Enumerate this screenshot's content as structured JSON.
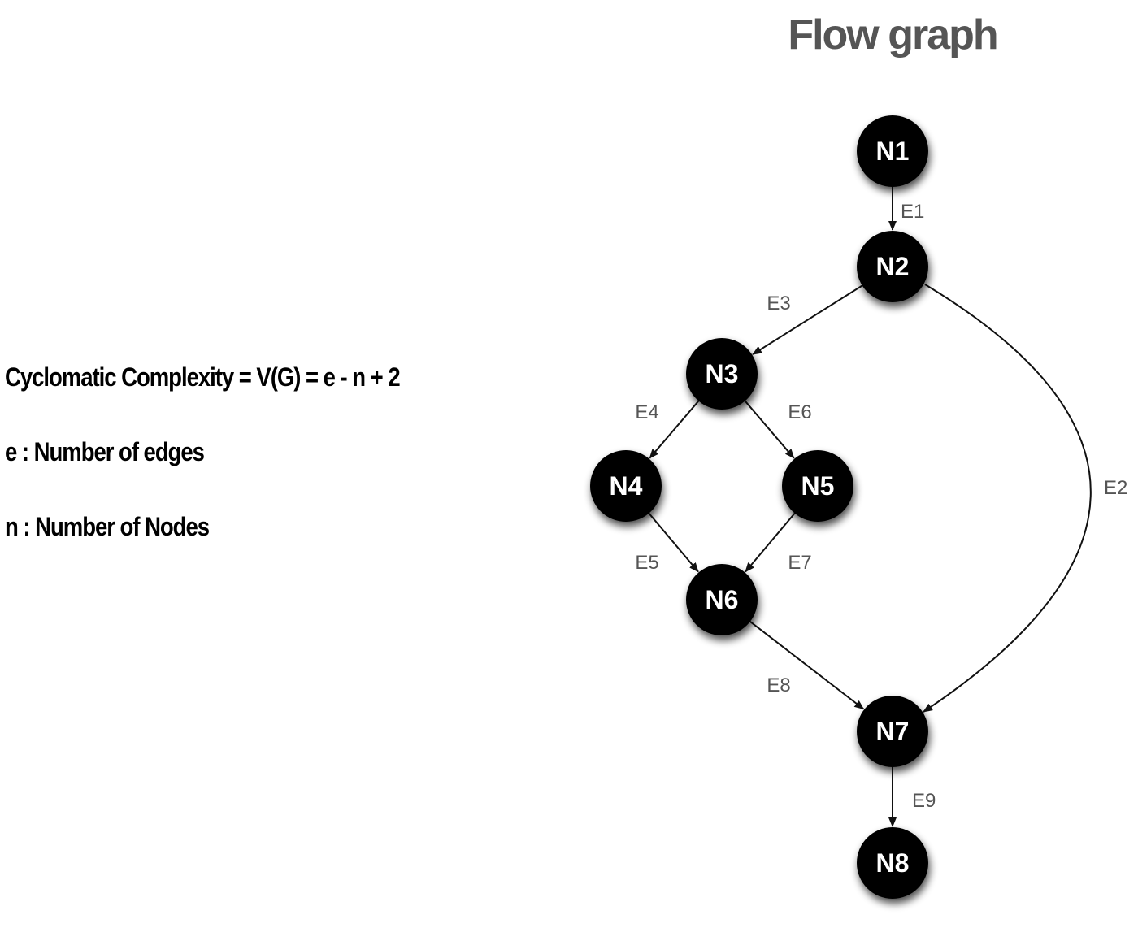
{
  "formula": {
    "main": "Cyclomatic Complexity = V(G) = e - n + 2",
    "edges_def": "e : Number of edges",
    "nodes_def": "n : Number of Nodes"
  },
  "diagram": {
    "title": "Flow graph",
    "node_color": "#000000",
    "node_text_color": "#ffffff",
    "edge_label_color": "#555555",
    "title_color": "#555555",
    "nodes": [
      {
        "id": "N1",
        "label": "N1"
      },
      {
        "id": "N2",
        "label": "N2"
      },
      {
        "id": "N3",
        "label": "N3"
      },
      {
        "id": "N4",
        "label": "N4"
      },
      {
        "id": "N5",
        "label": "N5"
      },
      {
        "id": "N6",
        "label": "N6"
      },
      {
        "id": "N7",
        "label": "N7"
      },
      {
        "id": "N8",
        "label": "N8"
      }
    ],
    "edges": [
      {
        "id": "E1",
        "label": "E1",
        "from": "N1",
        "to": "N2"
      },
      {
        "id": "E2",
        "label": "E2",
        "from": "N2",
        "to": "N7"
      },
      {
        "id": "E3",
        "label": "E3",
        "from": "N2",
        "to": "N3"
      },
      {
        "id": "E4",
        "label": "E4",
        "from": "N3",
        "to": "N4"
      },
      {
        "id": "E5",
        "label": "E5",
        "from": "N4",
        "to": "N6"
      },
      {
        "id": "E6",
        "label": "E6",
        "from": "N3",
        "to": "N5"
      },
      {
        "id": "E7",
        "label": "E7",
        "from": "N5",
        "to": "N6"
      },
      {
        "id": "E8",
        "label": "E8",
        "from": "N6",
        "to": "N7"
      },
      {
        "id": "E9",
        "label": "E9",
        "from": "N7",
        "to": "N8"
      }
    ]
  }
}
